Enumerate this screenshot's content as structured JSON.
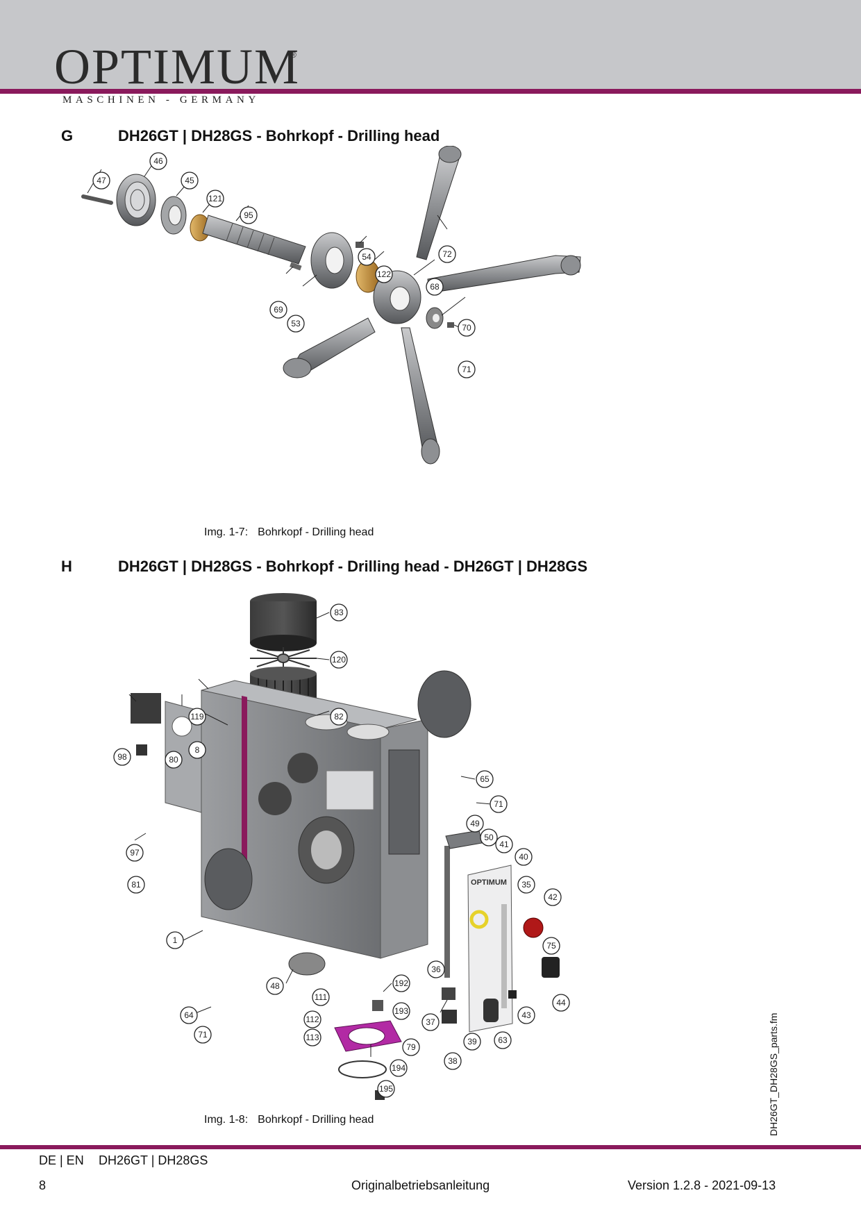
{
  "header": {
    "logo": "OPTIMUM",
    "registered": "®",
    "tagline": "MASCHINEN - GERMANY"
  },
  "sections": [
    {
      "letter": "G",
      "title": "DH26GT | DH28GS - Bohrkopf - Drilling head",
      "caption_label": "Img. 1-7:",
      "caption_text": "Bohrkopf - Drilling head"
    },
    {
      "letter": "H",
      "title": "DH26GT | DH28GS - Bohrkopf - Drilling head - DH26GT | DH28GS",
      "caption_label": "Img. 1-8:",
      "caption_text": "Bohrkopf - Drilling head"
    }
  ],
  "figure_g_parts": [
    "46",
    "47",
    "45",
    "121",
    "95",
    "72",
    "54",
    "122",
    "68",
    "69",
    "53",
    "70",
    "71"
  ],
  "figure_h_parts": [
    "83",
    "120",
    "119",
    "82",
    "98",
    "80",
    "8",
    "65",
    "71",
    "97",
    "49",
    "50",
    "41",
    "40",
    "81",
    "35",
    "42",
    "1",
    "75",
    "36",
    "44",
    "48",
    "192",
    "111",
    "193",
    "112",
    "37",
    "39",
    "63",
    "43",
    "64",
    "71",
    "113",
    "79",
    "194",
    "38",
    "195"
  ],
  "panel_logo": "OPTIMUM",
  "side_file": "DH26GT_DH28GS_parts.fm",
  "footer": {
    "lang": "DE | EN",
    "model": "DH26GT | DH28GS",
    "page": "8",
    "center": "Originalbetriebsanleitung",
    "version": "Version 1.2.8 - 2021-09-13"
  }
}
